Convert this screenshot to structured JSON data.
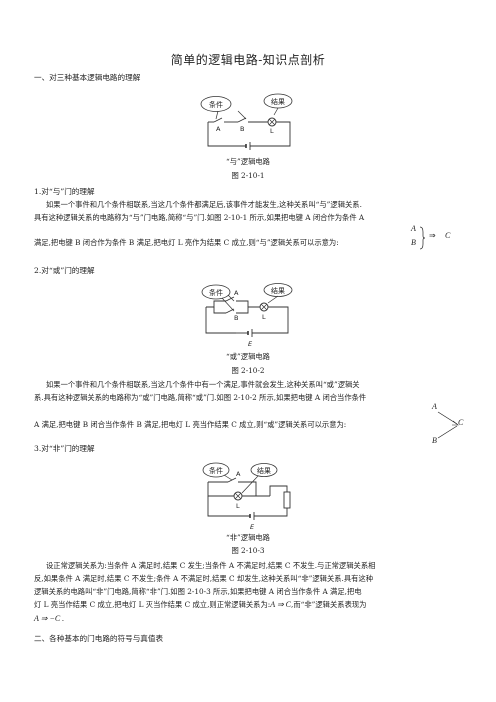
{
  "title": "简单的逻辑电路-知识点剖析",
  "section1": "一、对三种基本逻辑电路的理解",
  "fig1": {
    "cond": "条件",
    "result": "结果",
    "A": "A",
    "B": "B",
    "L": "L",
    "caption": "“与”逻辑电路",
    "figno": "图 2-10-1"
  },
  "p1": {
    "heading": "1.对“与”门的理解",
    "l1": "如果一个事件和几个条件相联系,当这几个条件都满足后,该事件才能发生,这种关系叫“与”逻辑关系.",
    "l2": "具有这种逻辑关系的电路称为“与”门电路,简称“与”门.如图 2-10-1 所示,如果把电键 A 闭合作为条件 A",
    "l3": "满足,把电键 B 闭合作为条件 B 满足,把电灯 L 亮作为结果 C 成立,则“与”逻辑关系可以示意为:"
  },
  "formula1": {
    "A": "A",
    "B": "B",
    "arrow": "⇒",
    "C": "C"
  },
  "fig2": {
    "cond": "条件",
    "result": "结果",
    "A": "A",
    "B": "B",
    "L": "L",
    "E": "E",
    "caption": "“或”逻辑电路",
    "figno": "图 2-10-2"
  },
  "p2": {
    "heading": "2.对“或”门的理解",
    "l1": "如果一个事件和几个条件相联系,当这几个条件中有一个满足,事件就会发生,这种关系叫“或”逻辑关",
    "l2": "系.具有这种逻辑关系的电路称为“或”门电路,简称“或”门.如图 2-10-2 所示,如果把电键 A 闭合当作条件",
    "l3": "A 满足,把电键 B 闭合当作条件 B 满足,把电灯 L 亮当作结果 C 成立,则“或”逻辑关系可以示意为:"
  },
  "formula2": {
    "A": "A",
    "B": "B",
    "C": "C"
  },
  "fig3": {
    "cond": "条件",
    "result": "结果",
    "A": "A",
    "L": "L",
    "E": "E",
    "caption": "“非”逻辑电路",
    "figno": "图 2-10-3"
  },
  "p3": {
    "heading": "3.对“非”门的理解",
    "l1": "设正常逻辑关系为:当条件 A 满足时,结果 C 发生;当条件 A 不满足时,结果 C 不发生.与正常逻辑关系相",
    "l2": "反,如果条件 A 满足时,结果 C 不发生;条件 A 不满足时,结果 C 却发生,这种关系叫“非”逻辑关系.具有这种",
    "l3": "逻辑关系的电路叫“非”门电路,简称“非”门.如图 2-10-3 所示,如果把电键 A 闭合当作条件 A 满足,把电",
    "l4a": "灯 L 亮当作结果 C 成立,把电灯 L 灭当作结果 C 成立,则正常逻辑关系为:",
    "f4": "A ⇒ C",
    "l4b": ",而“非”逻辑关系表现为",
    "l5": "A ⇒ −C ."
  },
  "section2": "二、各种基本的门电路的符号与真值表"
}
